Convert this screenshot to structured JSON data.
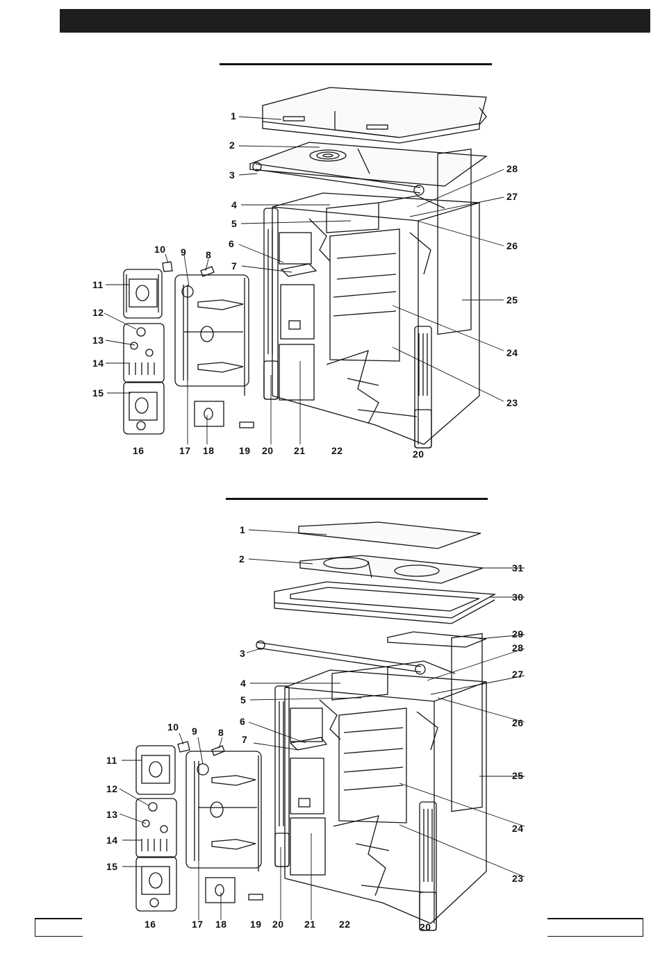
{
  "diagram_top": {
    "callouts": [
      {
        "label": "1"
      },
      {
        "label": "2"
      },
      {
        "label": "3"
      },
      {
        "label": "4"
      },
      {
        "label": "5"
      },
      {
        "label": "6"
      },
      {
        "label": "7"
      },
      {
        "label": "8"
      },
      {
        "label": "9"
      },
      {
        "label": "10"
      },
      {
        "label": "11"
      },
      {
        "label": "12"
      },
      {
        "label": "13"
      },
      {
        "label": "14"
      },
      {
        "label": "15"
      },
      {
        "label": "16"
      },
      {
        "label": "17"
      },
      {
        "label": "18"
      },
      {
        "label": "19"
      },
      {
        "label": "20"
      },
      {
        "label": "21"
      },
      {
        "label": "22"
      },
      {
        "label": "20"
      },
      {
        "label": "23"
      },
      {
        "label": "24"
      },
      {
        "label": "25"
      },
      {
        "label": "26"
      },
      {
        "label": "27"
      },
      {
        "label": "28"
      }
    ]
  },
  "diagram_bottom": {
    "callouts": [
      {
        "label": "1"
      },
      {
        "label": "2"
      },
      {
        "label": "31"
      },
      {
        "label": "30"
      },
      {
        "label": "29"
      },
      {
        "label": "3"
      },
      {
        "label": "28"
      },
      {
        "label": "27"
      },
      {
        "label": "4"
      },
      {
        "label": "5"
      },
      {
        "label": "26"
      },
      {
        "label": "6"
      },
      {
        "label": "7"
      },
      {
        "label": "10"
      },
      {
        "label": "9"
      },
      {
        "label": "8"
      },
      {
        "label": "25"
      },
      {
        "label": "11"
      },
      {
        "label": "12"
      },
      {
        "label": "13"
      },
      {
        "label": "14"
      },
      {
        "label": "24"
      },
      {
        "label": "15"
      },
      {
        "label": "23"
      },
      {
        "label": "16"
      },
      {
        "label": "17"
      },
      {
        "label": "18"
      },
      {
        "label": "19"
      },
      {
        "label": "20"
      },
      {
        "label": "21"
      },
      {
        "label": "22"
      },
      {
        "label": "20"
      }
    ]
  },
  "colors": {
    "ink": "#111111",
    "bar": "#1e1e1e",
    "paper": "#ffffff"
  }
}
